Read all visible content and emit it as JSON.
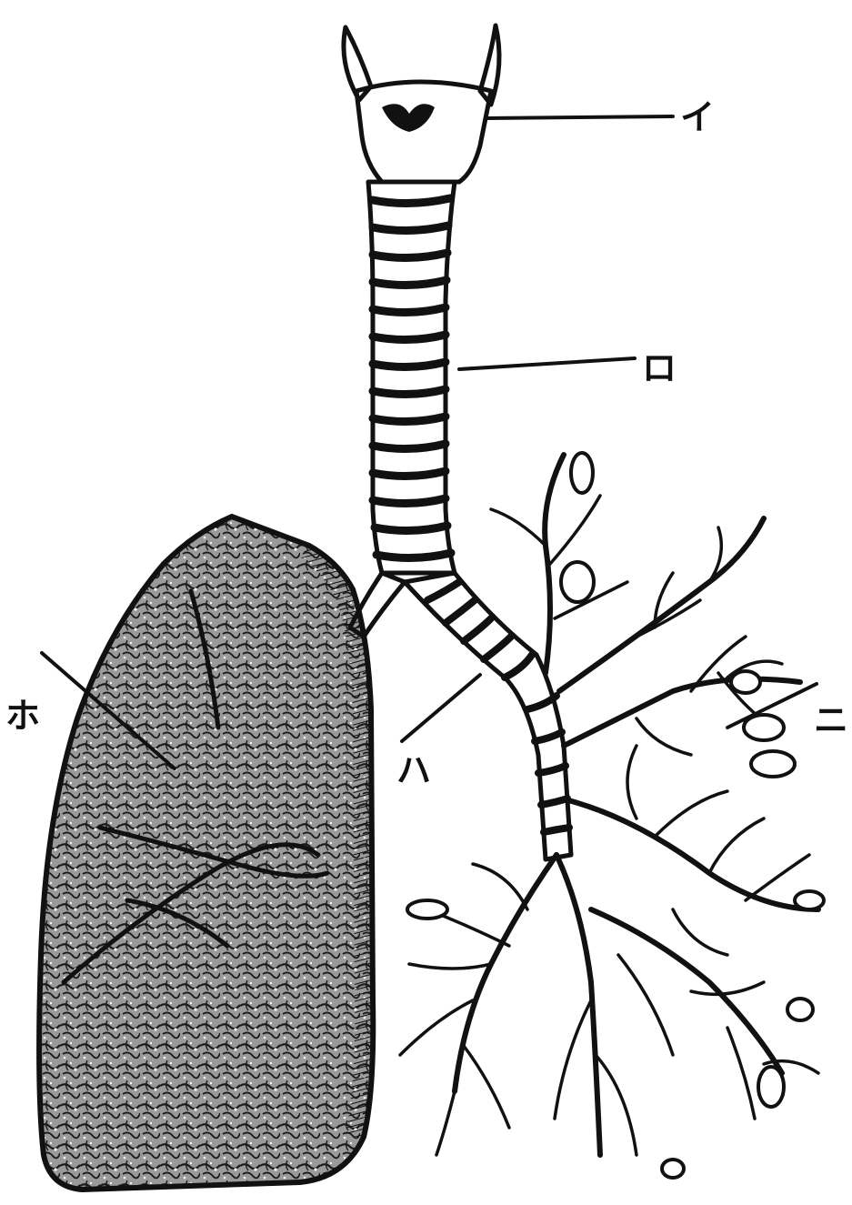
{
  "labels": {
    "larynx": "イ",
    "trachea": "ロ",
    "bronchus": "ハ",
    "bronchioles": "ニ",
    "lung": "ホ"
  },
  "colors": {
    "ink": "#111111",
    "paper": "#ffffff",
    "lung_fill": "#8a8a8a"
  }
}
